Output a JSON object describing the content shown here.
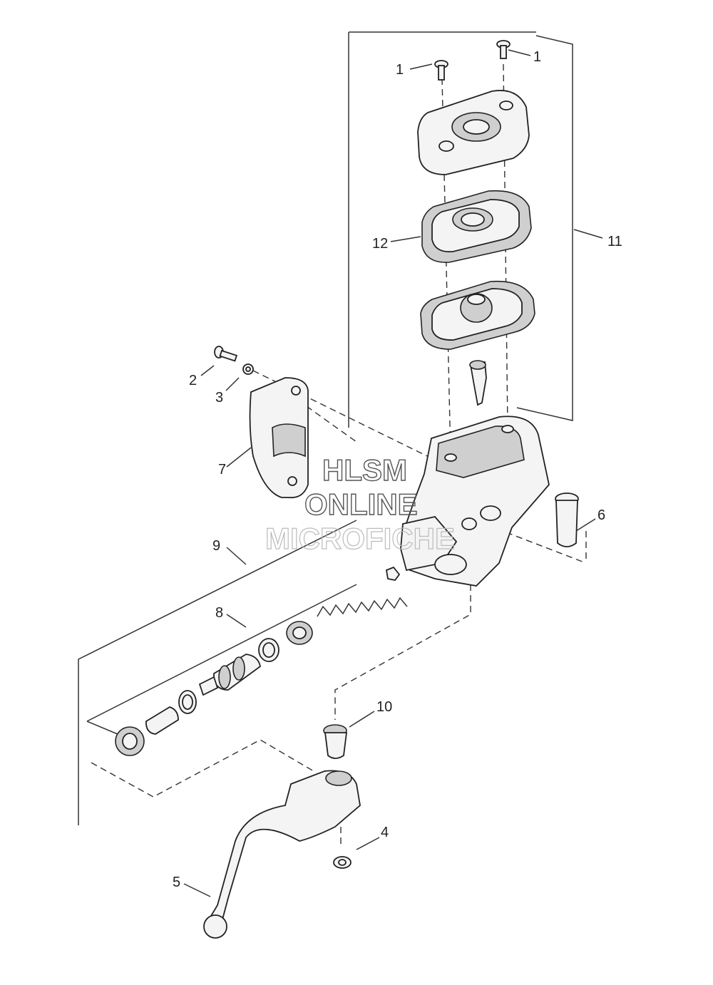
{
  "callouts": [
    "1",
    "1",
    "2",
    "3",
    "4",
    "5",
    "6",
    "7",
    "8",
    "9",
    "10",
    "11",
    "12"
  ],
  "watermark": {
    "line1": "HLSM",
    "line2": "ONLINE",
    "line3": "MICROFICHE"
  }
}
